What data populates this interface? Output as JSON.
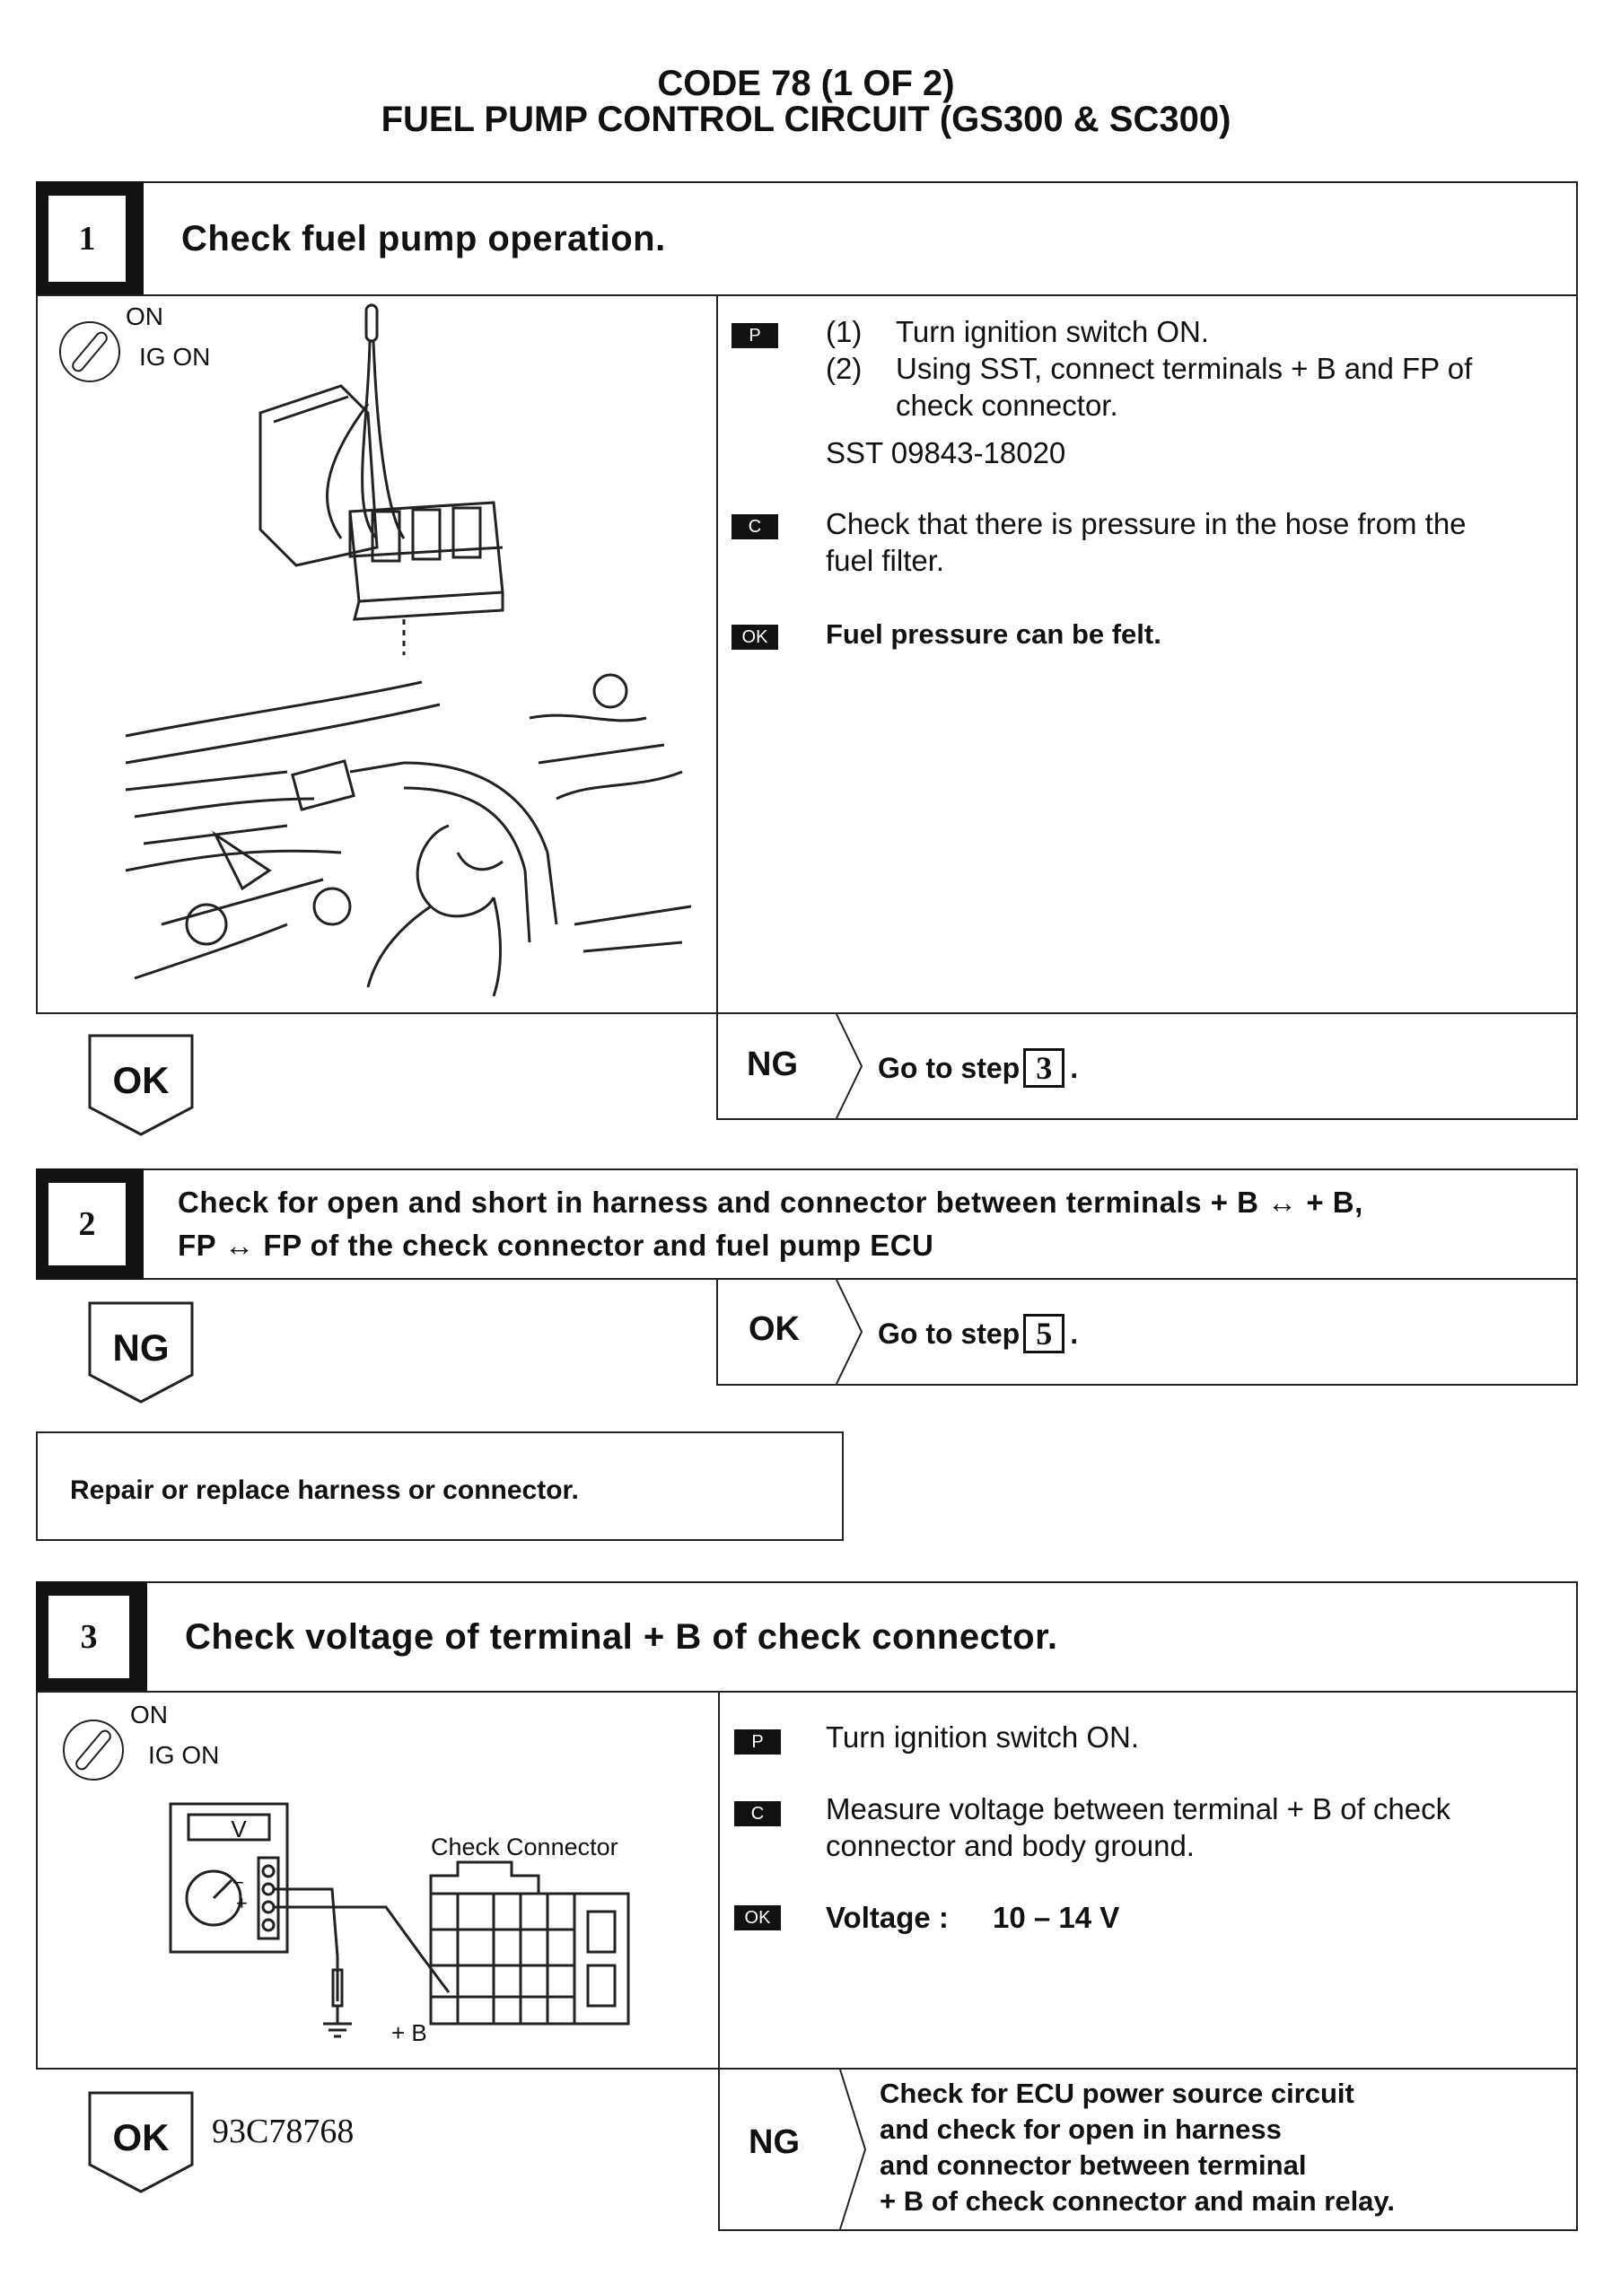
{
  "header": {
    "line1": "CODE 78 (1 OF 2)",
    "line2": "FUEL PUMP CONTROL CIRCUIT (GS300 & SC300)"
  },
  "step1": {
    "number": "1",
    "title": "Check fuel pump operation.",
    "ig_top": "ON",
    "ig_bottom": "IG ON",
    "tag_p": "P",
    "tag_c": "C",
    "tag_ok": "OK",
    "p1_num": "(1)",
    "p1_text": "Turn ignition switch ON.",
    "p2_num": "(2)",
    "p2_text_a": "Using SST, connect terminals + B and FP of",
    "p2_text_b": "check connector.",
    "sst": "SST 09843-18020",
    "c_text_a": "Check that there is pressure in the hose from the",
    "c_text_b": "fuel filter.",
    "ok_text": "Fuel pressure can be felt.",
    "ok_badge": "OK",
    "ng_label": "NG",
    "goto_text": "Go to step",
    "goto_step": "3",
    "goto_dot": "."
  },
  "step2": {
    "number": "2",
    "title_a": "Check for open and short in harness and connector between terminals + B ↔ + B,",
    "title_b": "FP ↔ FP of the check connector and fuel pump ECU",
    "ng_badge": "NG",
    "ok_label": "OK",
    "goto_text": "Go to step",
    "goto_step": "5",
    "goto_dot": ".",
    "repair_text": "Repair or replace harness or connector."
  },
  "step3": {
    "number": "3",
    "title": "Check voltage of terminal + B of check connector.",
    "ig_top": "ON",
    "ig_bottom": "IG ON",
    "meter_label": "V",
    "meter_minus": "−",
    "meter_plus": "+",
    "connector_label": "Check Connector",
    "terminal_label": "+ B",
    "tag_p": "P",
    "tag_c": "C",
    "tag_ok": "OK",
    "p_text": "Turn ignition switch ON.",
    "c_text_a": "Measure voltage between terminal + B of check",
    "c_text_b": "connector and body ground.",
    "ok_label": "Voltage :",
    "ok_value": "10 – 14 V",
    "ok_badge": "OK",
    "figure_code": "93C78768",
    "ng_label": "NG",
    "ng_text_1": "Check for ECU power source circuit",
    "ng_text_2": "and check for open in harness",
    "ng_text_3": "and connector between terminal",
    "ng_text_4": "+ B of check connector and main relay."
  }
}
